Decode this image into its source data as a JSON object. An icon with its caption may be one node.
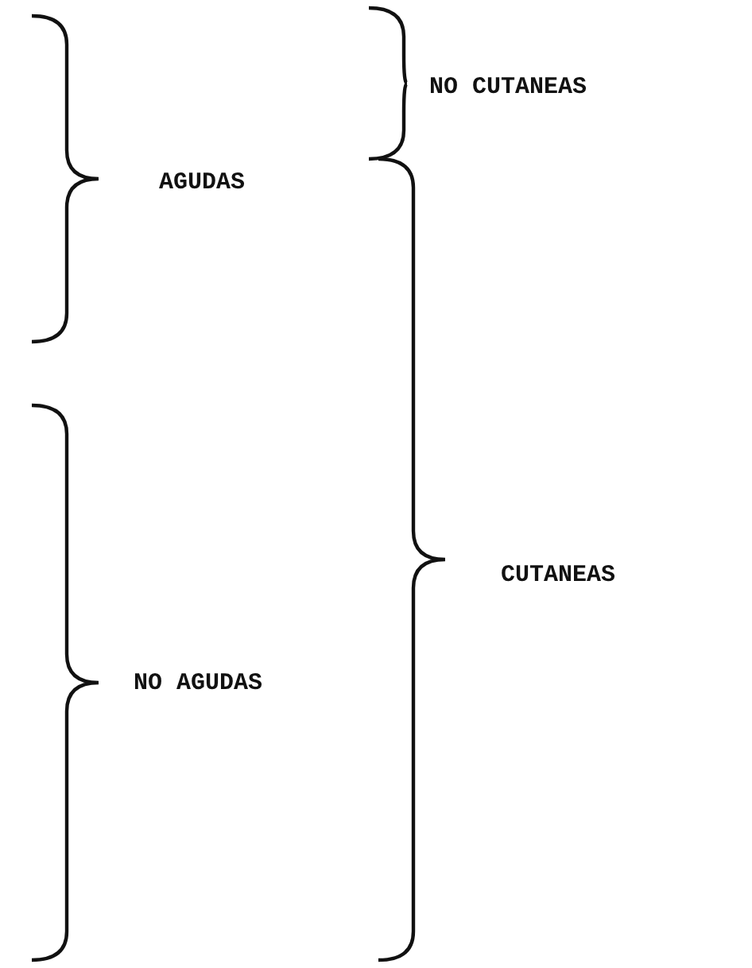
{
  "diagram": {
    "labels": [
      "NO CUTANEAS",
      "AGUDAS",
      "CUTANEAS",
      "NO AGUDAS"
    ]
  }
}
